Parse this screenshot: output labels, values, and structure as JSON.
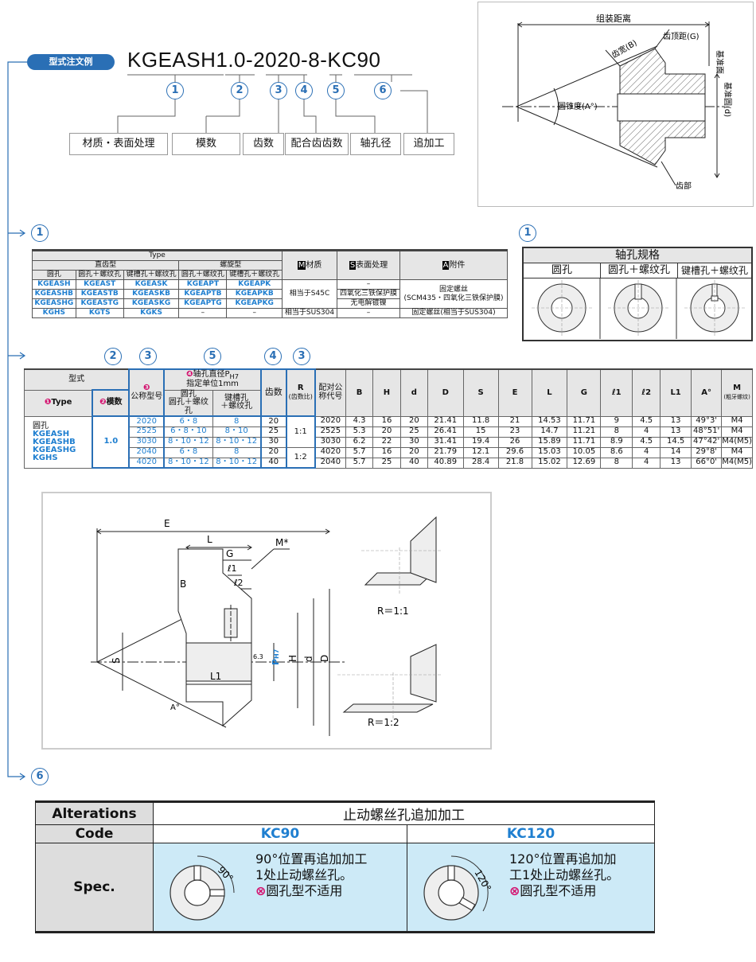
{
  "order_example": {
    "badge": "型式注文例",
    "code_parts": [
      "KGEASH",
      "1.0",
      "-",
      "2020",
      "-",
      "8",
      "-",
      "KC90"
    ],
    "markers": [
      "1",
      "2",
      "3",
      "4",
      "5",
      "6"
    ],
    "labels": [
      "材质・表面处理",
      "模数",
      "齿数",
      "配合齿齿数",
      "轴孔径",
      "追加工"
    ]
  },
  "top_diagram": {
    "labels": {
      "assembly_distance": "组装距离",
      "tip_distance": "齿顶距(G)",
      "face_width": "齿宽(B)",
      "cone_angle": "圆锥度(A°)",
      "ref_plane": "基准面",
      "ref_circle": "基准圆(d)",
      "tooth": "齿部"
    }
  },
  "section1": {
    "marker": "1",
    "type_header": "Type",
    "straight": "直齿型",
    "helical": "螺旋型",
    "sub_headers": [
      "圆孔",
      "圆孔＋螺纹孔",
      "键槽孔＋螺纹孔",
      "圆孔＋螺纹孔",
      "键槽孔＋螺纹孔"
    ],
    "material_header": "材质",
    "surface_header": "表面处理",
    "accessory_header": "附件",
    "m_icon": "M",
    "s_icon": "S",
    "a_icon": "A",
    "rows": [
      [
        "KGEASH",
        "KGEAST",
        "KGEASK",
        "KGEAPT",
        "KGEAPK"
      ],
      [
        "KGEASHB",
        "KGEASTB",
        "KGEASKB",
        "KGEAPTB",
        "KGEAPKB"
      ],
      [
        "KGEASHG",
        "KGEASTG",
        "KGEASKG",
        "KGEAPTG",
        "KGEAPKG"
      ],
      [
        "KGHS",
        "KGTS",
        "KGKS",
        "–",
        "–"
      ]
    ],
    "material_1": "相当于S45C",
    "material_2": "相当于SUS304",
    "surface_1": "–",
    "surface_2": "四氧化三铁保护膜",
    "surface_3": "无电解镀镍",
    "surface_4": "–",
    "accessory_1": "固定螺丝",
    "accessory_1b": "(SCM435・四氧化三铁保护膜)",
    "accessory_2": "固定螺丝(相当于SUS304)"
  },
  "shaft_spec": {
    "marker": "1",
    "title": "轴孔规格",
    "cols": [
      "圆孔",
      "圆孔＋螺纹孔",
      "键槽孔＋螺纹孔"
    ]
  },
  "section2": {
    "markers": [
      "2",
      "3",
      "5",
      "4",
      "3"
    ],
    "h_type": "型式",
    "h_type_sub": "Type",
    "h_module": "模数",
    "h_nominal": "公称型号",
    "h_bore": "轴孔直径P",
    "h_bore_sub": "H7",
    "h_unit": "指定单位1mm",
    "h_round": "圆孔",
    "h_round2": "圆孔＋螺纹孔",
    "h_key": "键槽孔",
    "h_key2": "＋螺纹孔",
    "h_teeth": "齿数",
    "h_r": "R",
    "h_r_sub": "(齿数比)",
    "h_mate": "配对公称代号",
    "h_cols": [
      "B",
      "H",
      "d",
      "D",
      "S",
      "E",
      "L",
      "G",
      "ℓ1",
      "ℓ2",
      "L1",
      "A°"
    ],
    "h_m": "M",
    "h_m_sub": "(粗牙螺纹)",
    "type_list": [
      "圆孔",
      "KGEASH",
      "KGEASHB",
      "KGEASHG",
      "KGHS"
    ],
    "module": "1.0",
    "ratios": [
      "1:1",
      "1:2"
    ],
    "rows": [
      [
        "2020",
        "6・8",
        "8",
        "20",
        "2020",
        "4.3",
        "16",
        "20",
        "21.41",
        "11.8",
        "21",
        "14.53",
        "11.71",
        "9",
        "4.5",
        "13",
        "49°3'",
        "M4"
      ],
      [
        "2525",
        "6・8・10",
        "8・10",
        "25",
        "2525",
        "5.3",
        "20",
        "25",
        "26.41",
        "15",
        "23",
        "14.7",
        "11.21",
        "8",
        "4",
        "13",
        "48°51'",
        "M4"
      ],
      [
        "3030",
        "8・10・12",
        "8・10・12",
        "30",
        "3030",
        "6.2",
        "22",
        "30",
        "31.41",
        "19.4",
        "26",
        "15.89",
        "11.71",
        "8.9",
        "4.5",
        "14.5",
        "47°42'",
        "M4(M5)"
      ],
      [
        "2040",
        "6・8",
        "8",
        "20",
        "4020",
        "5.7",
        "16",
        "20",
        "21.79",
        "12.1",
        "29.6",
        "15.03",
        "10.05",
        "8.6",
        "4",
        "14",
        "29°8'",
        "M4"
      ],
      [
        "4020",
        "8・10・12",
        "8・10・12",
        "40",
        "2040",
        "5.7",
        "25",
        "40",
        "40.89",
        "28.4",
        "21.8",
        "15.02",
        "12.69",
        "8",
        "4",
        "13",
        "66°0'",
        "M4(M5)"
      ]
    ]
  },
  "drawing": {
    "labels": [
      "E",
      "L",
      "G",
      "B",
      "ℓ1",
      "ℓ2",
      "M*",
      "S",
      "L1",
      "A°",
      "P",
      "H7",
      "H",
      "d",
      "D",
      "6.3"
    ],
    "r11": "R＝1:1",
    "r12": "R＝1:2"
  },
  "section6": {
    "marker": "6",
    "alterations": "Alterations",
    "alter_title": "止动螺丝孔追加加工",
    "code": "Code",
    "kc90": "KC90",
    "kc120": "KC120",
    "spec": "Spec.",
    "kc90_angle": "90°",
    "kc120_angle": "120°",
    "kc90_lines": [
      "90°位置再追加加工",
      "1处止动螺丝孔。",
      "圆孔型不适用"
    ],
    "kc120_lines": [
      "120°位置再追加加",
      "工1处止动螺丝孔。",
      "圆孔型不适用"
    ],
    "no_icon": "⊗"
  },
  "colors": {
    "accent": "#2a6fb5",
    "cyan": "#1f7fd0",
    "magenta": "#d4106e",
    "spec_bg": "#cdeaf7"
  }
}
